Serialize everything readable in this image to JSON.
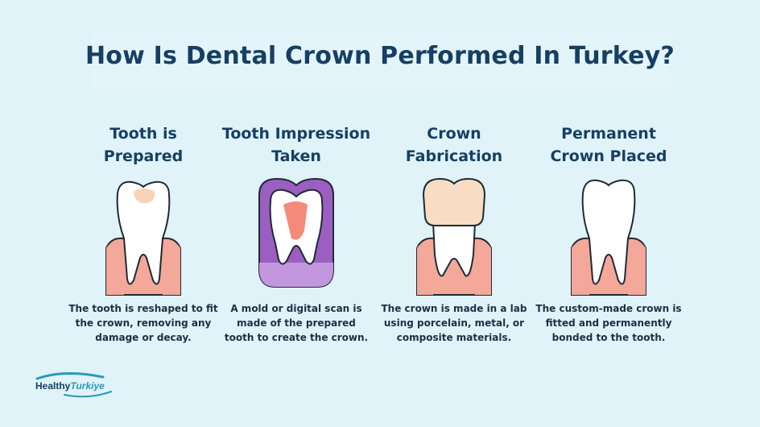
{
  "title": "How Is Dental Crown Performed In Turkey?",
  "steps": [
    {
      "title": "Tooth is\nPrepared",
      "description": "The tooth is reshaped to fit\nthe crown, removing any\ndamage or decay.",
      "icon": "prepared-tooth-icon"
    },
    {
      "title": "Tooth Impression\nTaken",
      "description": "A mold or digital scan is\nmade of the prepared\ntooth to create the crown.",
      "icon": "impression-mold-icon"
    },
    {
      "title": "Crown\nFabrication",
      "description": "The crown is made in a lab\nusing porcelain, metal, or\ncomposite materials.",
      "icon": "crown-on-tooth-icon"
    },
    {
      "title": "Permanent\nCrown Placed",
      "description": "The custom-made crown is\nfitted and permanently\nbonded to the tooth.",
      "icon": "finished-tooth-icon"
    }
  ],
  "logo": {
    "part1": "Healthy",
    "part2": "Turkiye"
  },
  "colors": {
    "background": "#dff3f9",
    "title": "#173f63",
    "gum": "#f3a89a",
    "tooth": "#ffffff",
    "crown": "#f8dcc4",
    "mold": "#9b5fc2",
    "outline": "#1f2a36"
  }
}
